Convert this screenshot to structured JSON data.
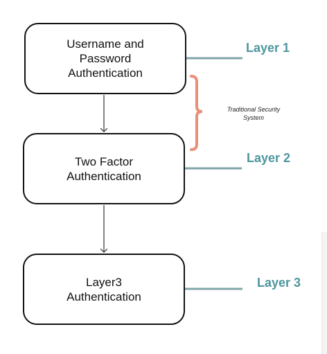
{
  "boxes": [
    {
      "label": "Username and\nPassword\nAuthentication"
    },
    {
      "label": "Two Factor\nAuthentication"
    },
    {
      "label": "Layer3\nAuthentication"
    }
  ],
  "layers": [
    {
      "label": "Layer 1"
    },
    {
      "label": "Layer 2"
    },
    {
      "label": "Layer 3"
    }
  ],
  "bracket_label": "Traditional Security\nSystem",
  "colors": {
    "layer_text": "#4e969f",
    "connector_line": "#7fa4a8",
    "bracket": "#e8907a",
    "box_border": "#111111"
  }
}
